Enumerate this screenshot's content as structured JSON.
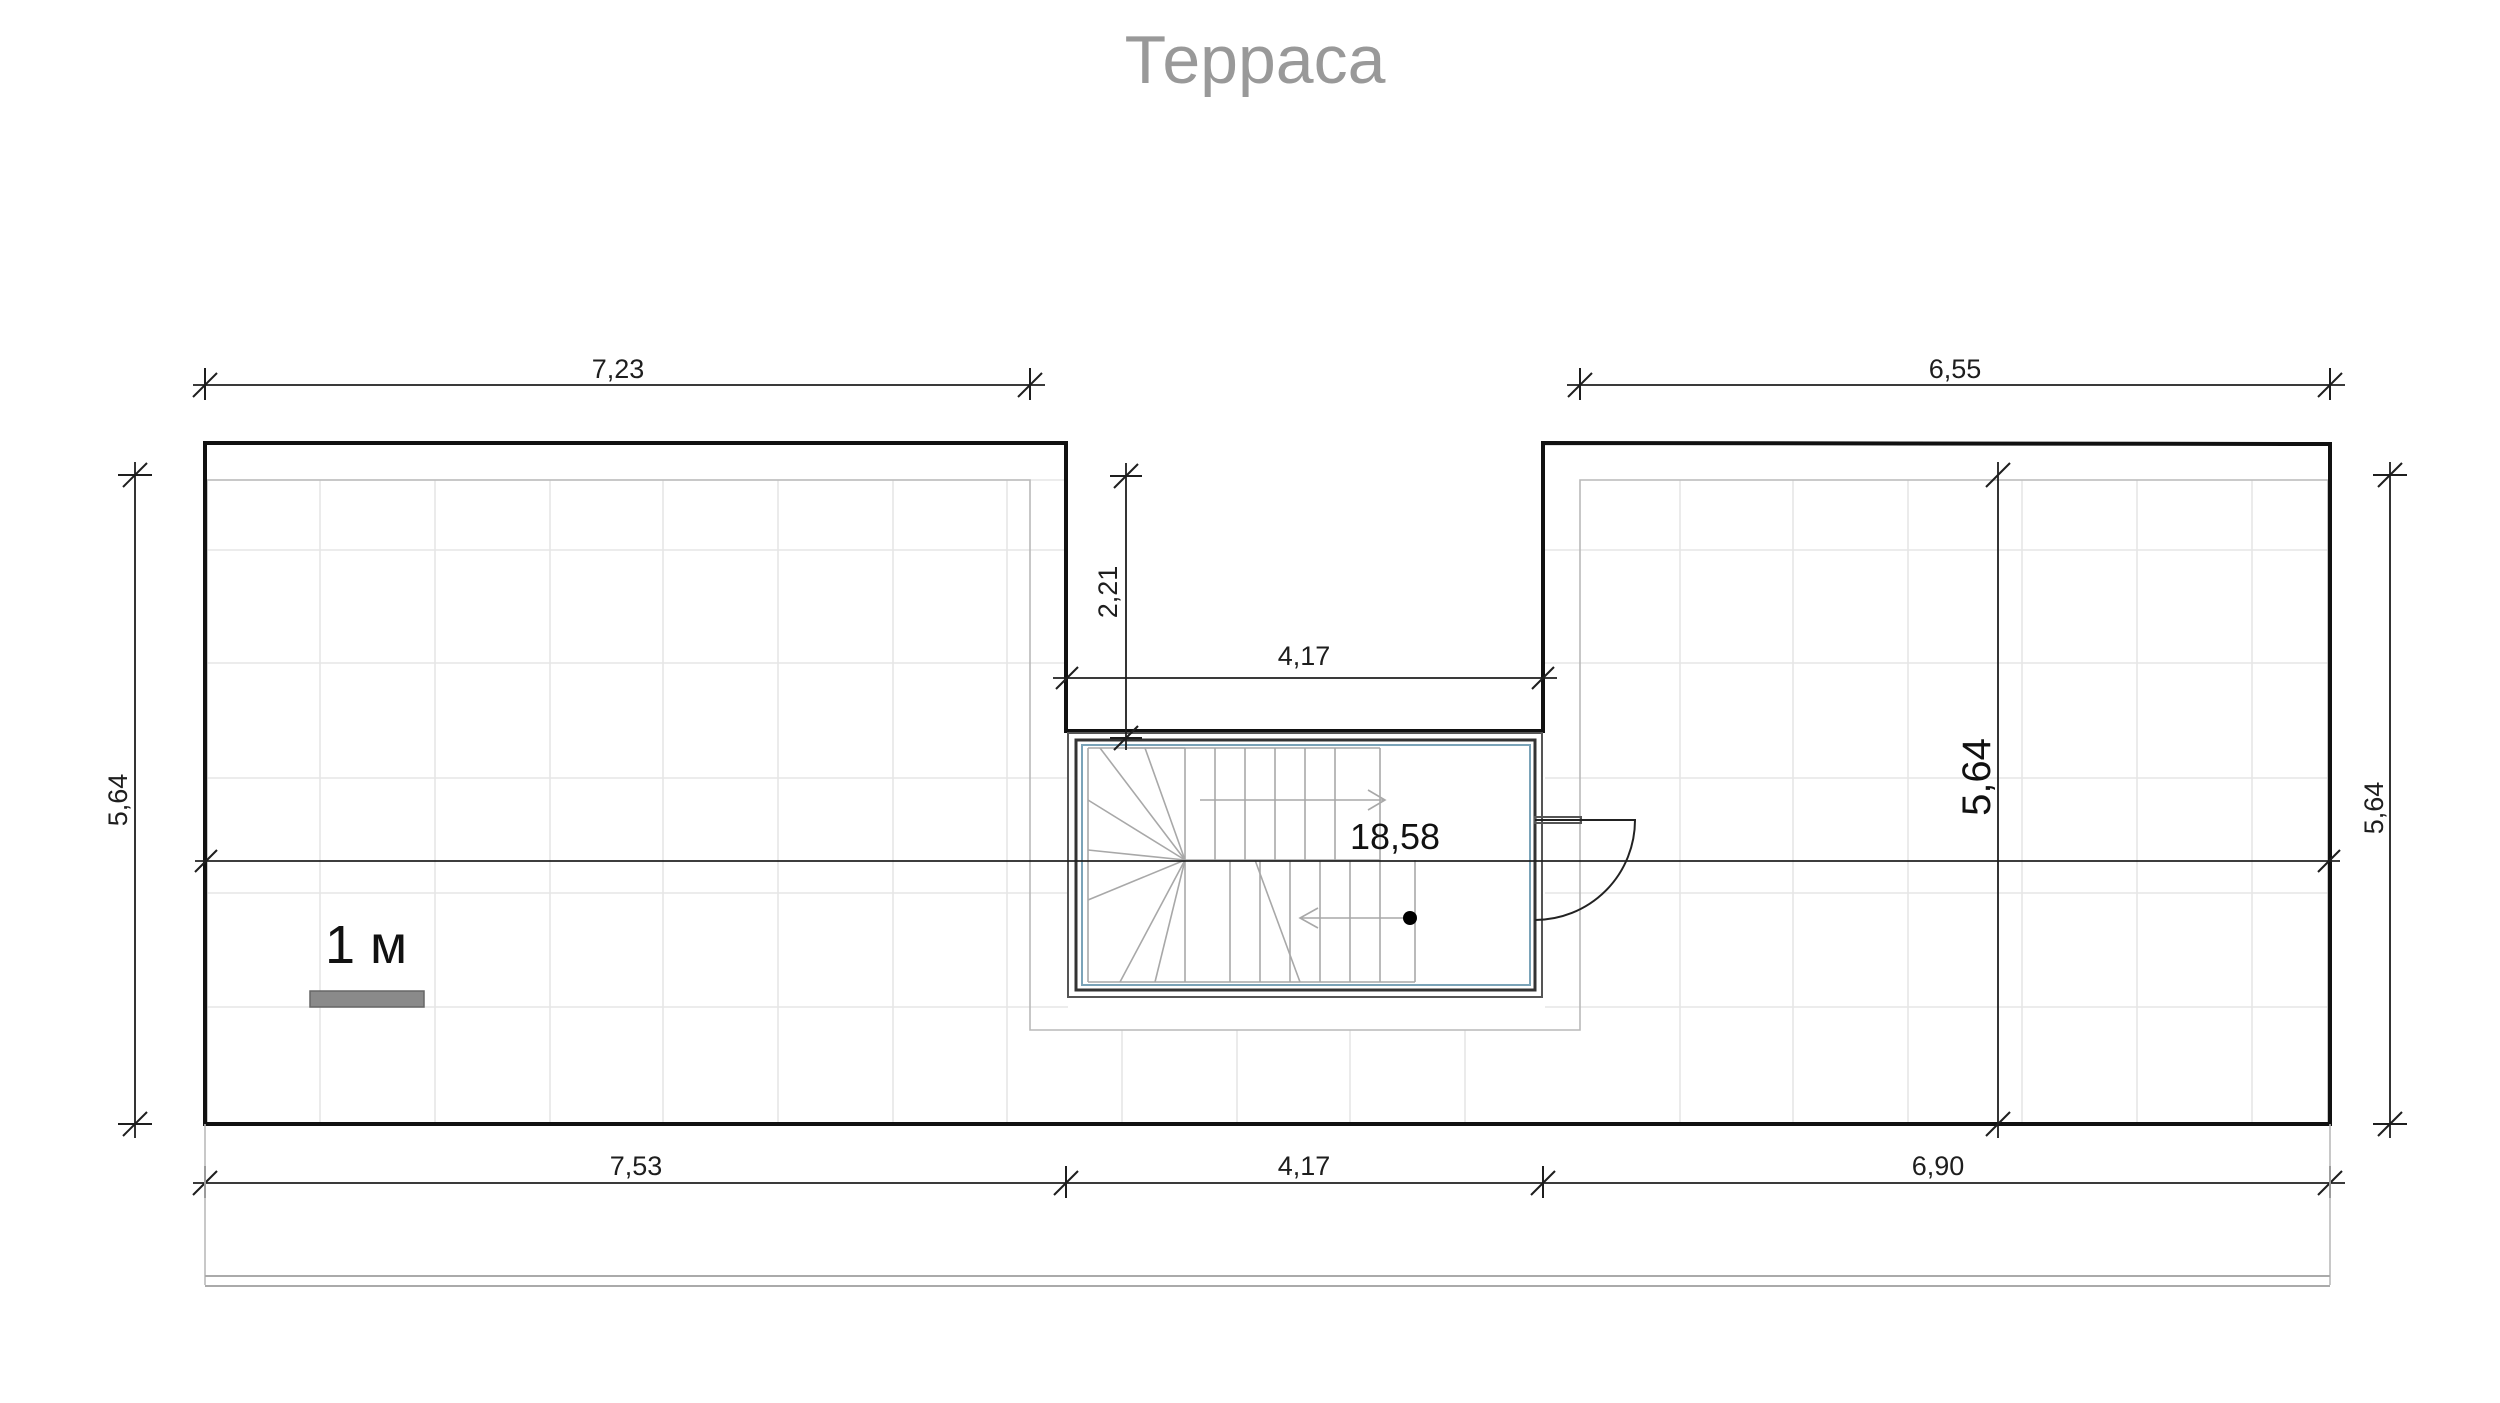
{
  "title": "Терраса",
  "scale_label": "1 м",
  "colors": {
    "title": "#999999",
    "wall": "#111111",
    "grid": "#e6e6e6",
    "scale_bar": "#8a8a8a",
    "glass": "#7aa3b8"
  },
  "dimensions": {
    "top_left_width": "7,23",
    "top_right_width": "6,55",
    "bay_depth": "2,21",
    "bay_width": "4,17",
    "bottom_left": "7,53",
    "bottom_middle": "4,17",
    "bottom_right": "6,90",
    "left_height": "5,64",
    "right_inner_height": "5,64",
    "right_outer_height": "5,64"
  },
  "stair_area": "18,58"
}
